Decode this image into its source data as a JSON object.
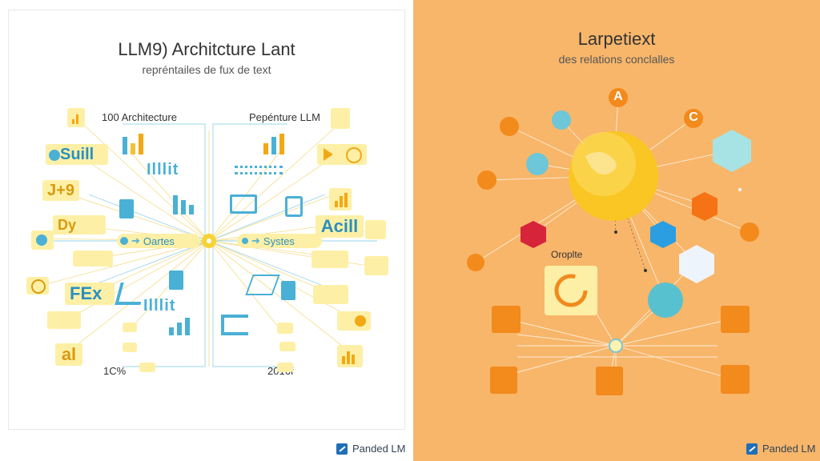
{
  "left": {
    "title": "LLM9) Architcture Lant",
    "subtitle": "repréntailes de fux de text",
    "label_tl": "100 Architecture",
    "label_tr": "Pepénture LLM",
    "label_bl": "1C%",
    "label_br": "2016f",
    "node_left": "Oartes",
    "node_right": "Systes",
    "tiles": {
      "suill": "Suill",
      "j9": "J+9",
      "dy": "Dy",
      "fex": "FEx",
      "al": "al",
      "acill": "Acill",
      "ilt1": "Illlit",
      "ilt2": "Illlit"
    },
    "footer": "Panded LM"
  },
  "right": {
    "title": "Larpetiext",
    "subtitle": "des relations conclalles",
    "node_a": "A",
    "node_c": "C",
    "graph_label": "Oroplte",
    "footer": "Panded LM"
  },
  "colors": {
    "accent_yellow": "#fdf0a6",
    "accent_blue": "#4ab0d6",
    "orange_bg": "#f8b66a",
    "orange_node": "#f28a1c"
  }
}
